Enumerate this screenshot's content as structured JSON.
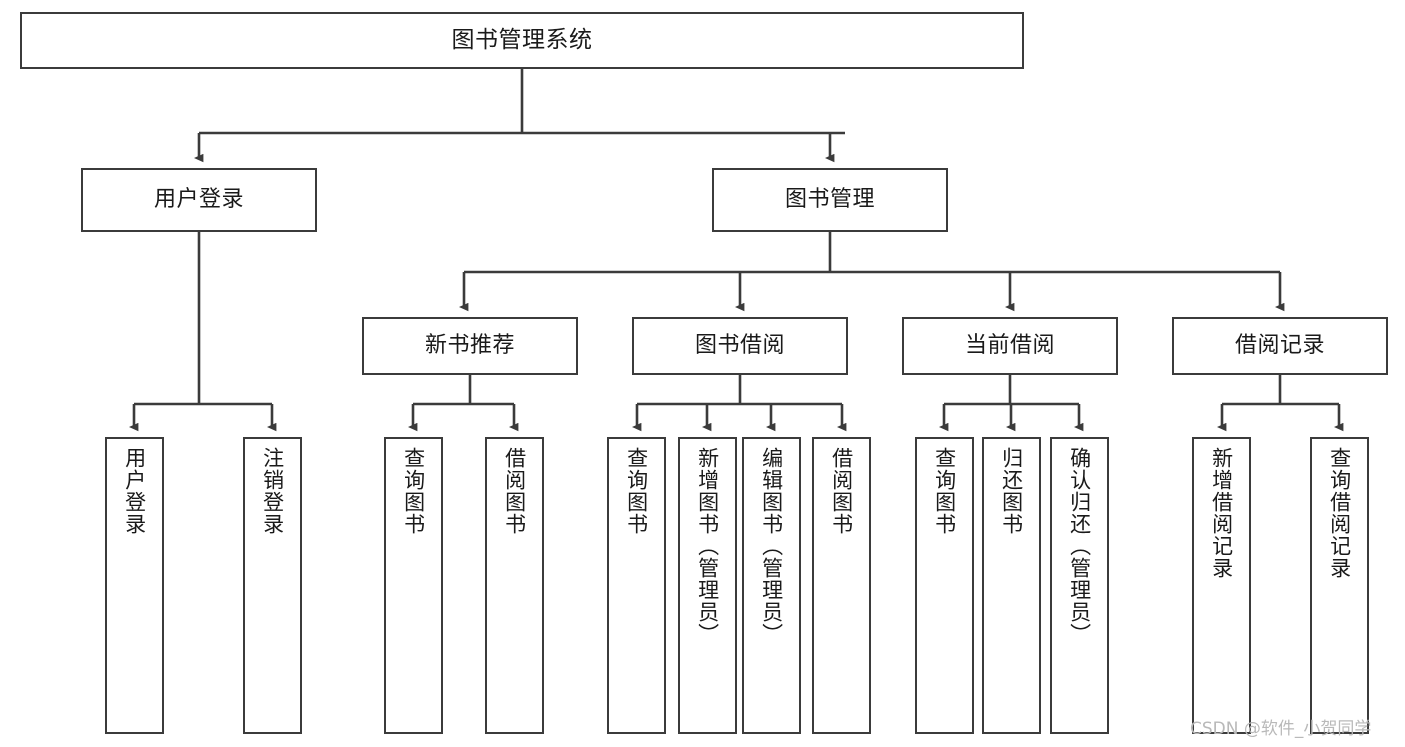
{
  "diagram": {
    "type": "tree-hierarchy",
    "title": "图书管理系统",
    "watermark": "CSDN @软件_小贺同学",
    "edge_color": "#3b3b3b",
    "box_border_color": "#3b3b3b",
    "box_fill_color": "#ffffff",
    "text_color": "#1a1a1a",
    "levels": 4,
    "nodes": {
      "root": {
        "label": "图书管理系统"
      },
      "level2": [
        {
          "label": "用户登录"
        },
        {
          "label": "图书管理"
        }
      ],
      "level3": [
        {
          "label": "新书推荐"
        },
        {
          "label": "图书借阅"
        },
        {
          "label": "当前借阅"
        },
        {
          "label": "借阅记录"
        }
      ],
      "leaves_user_login": [
        {
          "label": "用户登录"
        },
        {
          "label": "注销登录"
        }
      ],
      "leaves_new_book": [
        {
          "label": "查询图书"
        },
        {
          "label": "借阅图书"
        }
      ],
      "leaves_borrow": [
        {
          "label": "查询图书"
        },
        {
          "label": "新增图书（管理员）"
        },
        {
          "label": "编辑图书（管理员）"
        },
        {
          "label": "借阅图书"
        }
      ],
      "leaves_current": [
        {
          "label": "查询图书"
        },
        {
          "label": "归还图书"
        },
        {
          "label": "确认归还（管理员）"
        }
      ],
      "leaves_records": [
        {
          "label": "新增借阅记录"
        },
        {
          "label": "查询借阅记录"
        }
      ]
    }
  }
}
